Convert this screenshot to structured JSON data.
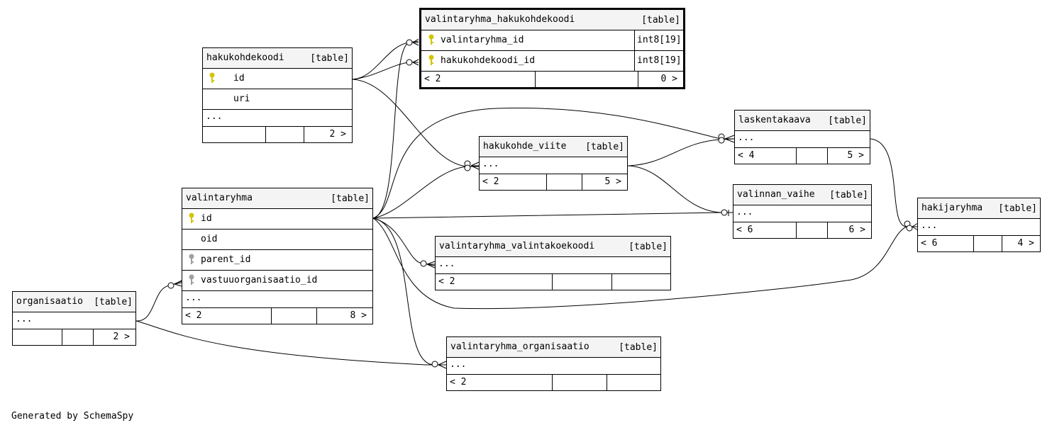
{
  "footer": {
    "generated_by": "Generated by SchemaSpy"
  },
  "tables": {
    "valintaryhma_hakukohdekoodi": {
      "name": "valintaryhma_hakukohdekoodi",
      "kind": "[table]",
      "columns": [
        {
          "name": "valintaryhma_id",
          "type": "int8[19]",
          "key": "primary"
        },
        {
          "name": "hakukohdekoodi_id",
          "type": "int8[19]",
          "key": "primary"
        }
      ],
      "parents": "< 2",
      "children": "0 >"
    },
    "hakukohdekoodi": {
      "name": "hakukohdekoodi",
      "kind": "[table]",
      "columns": [
        {
          "name": "id",
          "key": "primary"
        },
        {
          "name": "uri",
          "key": "none"
        }
      ],
      "more": "...",
      "parents": "",
      "children": "2 >"
    },
    "laskentakaava": {
      "name": "laskentakaava",
      "kind": "[table]",
      "more": "...",
      "parents": "< 4",
      "children": "5 >"
    },
    "hakukohde_viite": {
      "name": "hakukohde_viite",
      "kind": "[table]",
      "more": "...",
      "parents": "< 2",
      "children": "5 >"
    },
    "valinnan_vaihe": {
      "name": "valinnan_vaihe",
      "kind": "[table]",
      "more": "...",
      "parents": "< 6",
      "children": "6 >"
    },
    "hakijaryhma": {
      "name": "hakijaryhma",
      "kind": "[table]",
      "more": "...",
      "parents": "< 6",
      "children": "4 >"
    },
    "valintaryhma": {
      "name": "valintaryhma",
      "kind": "[table]",
      "columns": [
        {
          "name": "id",
          "key": "primary"
        },
        {
          "name": "oid",
          "key": "none"
        },
        {
          "name": "parent_id",
          "key": "foreign"
        },
        {
          "name": "vastuuorganisaatio_id",
          "key": "foreign"
        }
      ],
      "more": "...",
      "parents": "< 2",
      "children": "8 >"
    },
    "valintaryhma_valintakoekoodi": {
      "name": "valintaryhma_valintakoekoodi",
      "kind": "[table]",
      "more": "...",
      "parents": "< 2",
      "children": ""
    },
    "organisaatio": {
      "name": "organisaatio",
      "kind": "[table]",
      "more": "...",
      "parents": "",
      "children": "2 >"
    },
    "valintaryhma_organisaatio": {
      "name": "valintaryhma_organisaatio",
      "kind": "[table]",
      "more": "...",
      "parents": "< 2",
      "children": ""
    }
  },
  "colors": {
    "primary_key": "#d4c400",
    "foreign_key": "#a0a0a0",
    "header_bg": "#f4f4f4"
  }
}
